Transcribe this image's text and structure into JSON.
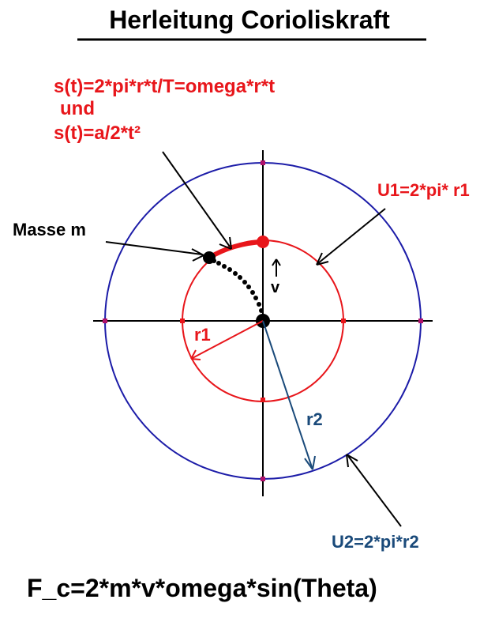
{
  "title": "Herleitung Corioliskraft",
  "formula_s": [
    "s(t)=2*pi*r*t/T=omega*r*t",
    "und",
    "s(t)=a/2*t²"
  ],
  "label_mass": "Masse m",
  "label_u1": "U1=2*pi* r1",
  "label_u2": "U2=2*pi*r2",
  "label_r1": "r1",
  "label_r2": "r2",
  "label_v": "v",
  "formula_fc": "F_c=2*m*v*omega*sin(Theta)",
  "colors": {
    "red": "#e8161b",
    "blue": "#1c1ca8",
    "dark_blue": "#1a4a7a",
    "black": "#000000"
  }
}
